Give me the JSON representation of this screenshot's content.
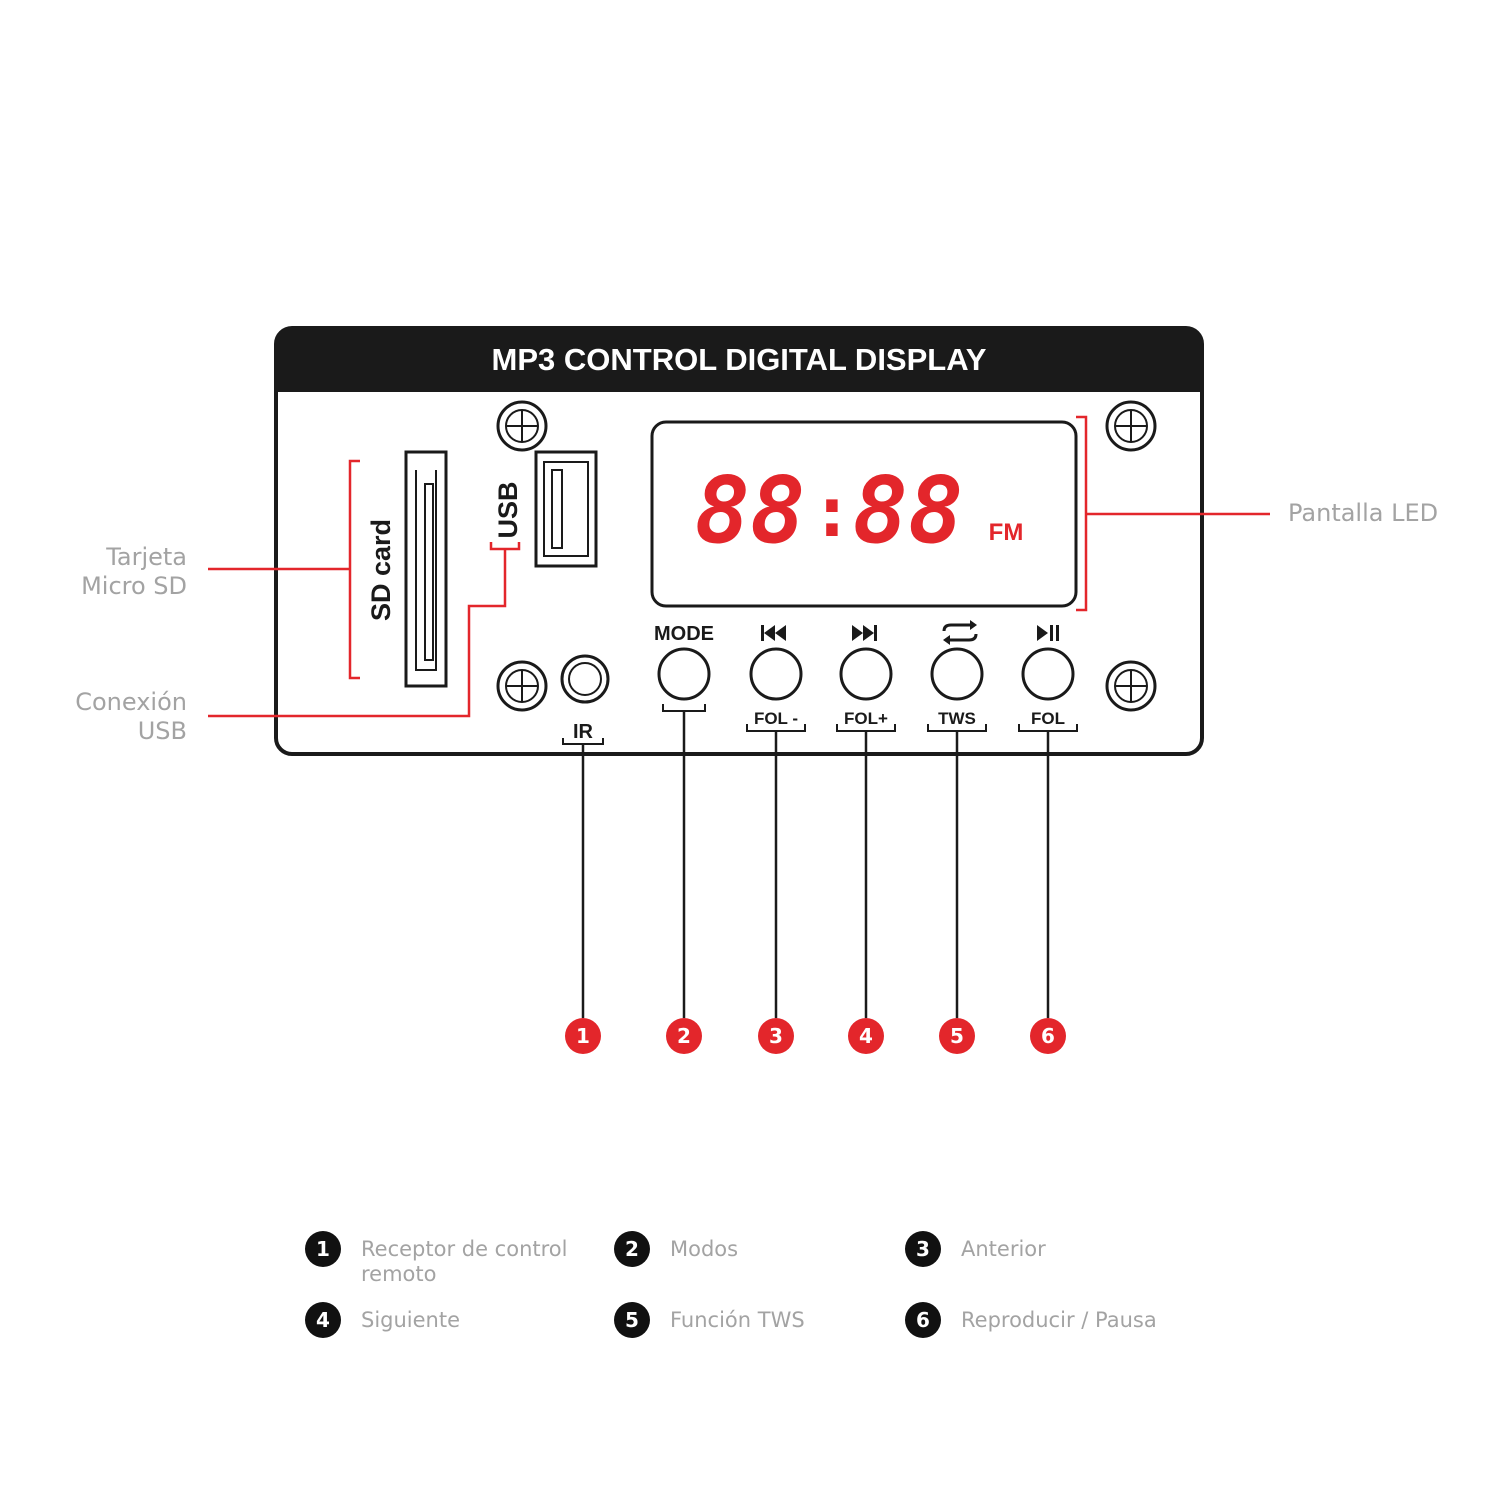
{
  "panel": {
    "title": "MP3 CONTROL DIGITAL DISPLAY",
    "sd_label": "SD card",
    "usb_label": "USB",
    "display_digits_left": "88",
    "display_colon": ":",
    "display_digits_right": "88",
    "display_fm": "FM",
    "ir_label": "IR"
  },
  "buttons": [
    {
      "top_label": "MODE",
      "bottom_label": "",
      "icon": "mode-text"
    },
    {
      "top_label": "",
      "bottom_label": "FOL -",
      "icon": "previous-icon"
    },
    {
      "top_label": "",
      "bottom_label": "FOL+",
      "icon": "next-icon"
    },
    {
      "top_label": "",
      "bottom_label": "TWS",
      "icon": "repeat-icon"
    },
    {
      "top_label": "",
      "bottom_label": "FOL",
      "icon": "play-pause-icon"
    }
  ],
  "callouts": {
    "sd": "Tarjeta\nMicro SD",
    "usb": "Conexión\nUSB",
    "led": "Pantalla LED"
  },
  "markers": [
    "1",
    "2",
    "3",
    "4",
    "5",
    "6"
  ],
  "legend": [
    {
      "num": "1",
      "text": "Receptor de control remoto"
    },
    {
      "num": "2",
      "text": "Modos"
    },
    {
      "num": "3",
      "text": "Anterior"
    },
    {
      "num": "4",
      "text": "Siguiente"
    },
    {
      "num": "5",
      "text": "Función TWS"
    },
    {
      "num": "6",
      "text": "Reproducir / Pausa"
    }
  ],
  "colors": {
    "accent_red": "#e3262b",
    "led_red": "#e3262b",
    "panel_black": "#1a1a1a",
    "callout_gray": "#a3a3a3"
  }
}
